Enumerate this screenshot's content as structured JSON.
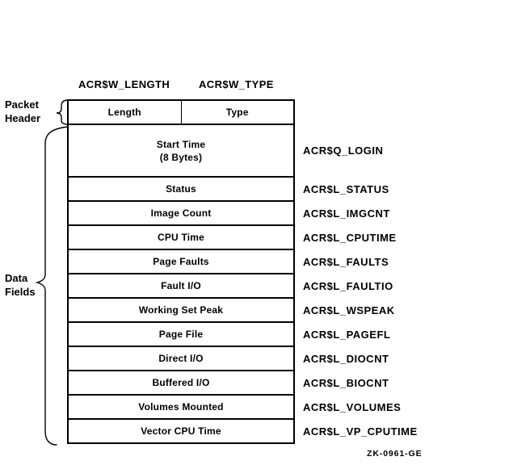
{
  "colors": {
    "ink": "#000000",
    "background": "#ffffff"
  },
  "column_labels": {
    "length": "ACR$W_LENGTH",
    "type": "ACR$W_TYPE"
  },
  "side_labels": {
    "packet_header": {
      "line1": "Packet",
      "line2": "Header"
    },
    "data_fields": {
      "line1": "Data",
      "line2": "Fields"
    }
  },
  "packet": {
    "header_row": {
      "cells": [
        "Length",
        "Type"
      ]
    },
    "rows": [
      {
        "field": "Start Time",
        "field_line2": "(8 Bytes)",
        "symbol": "ACR$Q_LOGIN"
      },
      {
        "field": "Status",
        "symbol": "ACR$L_STATUS"
      },
      {
        "field": "Image Count",
        "symbol": "ACR$L_IMGCNT"
      },
      {
        "field": "CPU Time",
        "symbol": "ACR$L_CPUTIME"
      },
      {
        "field": "Page Faults",
        "symbol": "ACR$L_FAULTS"
      },
      {
        "field": "Fault I/O",
        "symbol": "ACR$L_FAULTIO"
      },
      {
        "field": "Working Set Peak",
        "symbol": "ACR$L_WSPEAK"
      },
      {
        "field": "Page File",
        "symbol": "ACR$L_PAGEFL"
      },
      {
        "field": "Direct I/O",
        "symbol": "ACR$L_DIOCNT"
      },
      {
        "field": "Buffered I/O",
        "symbol": "ACR$L_BIOCNT"
      },
      {
        "field": "Volumes Mounted",
        "symbol": "ACR$L_VOLUMES"
      },
      {
        "field": "Vector CPU Time",
        "symbol": "ACR$L_VP_CPUTIME"
      }
    ]
  },
  "caption": "ZK-0961-GE"
}
